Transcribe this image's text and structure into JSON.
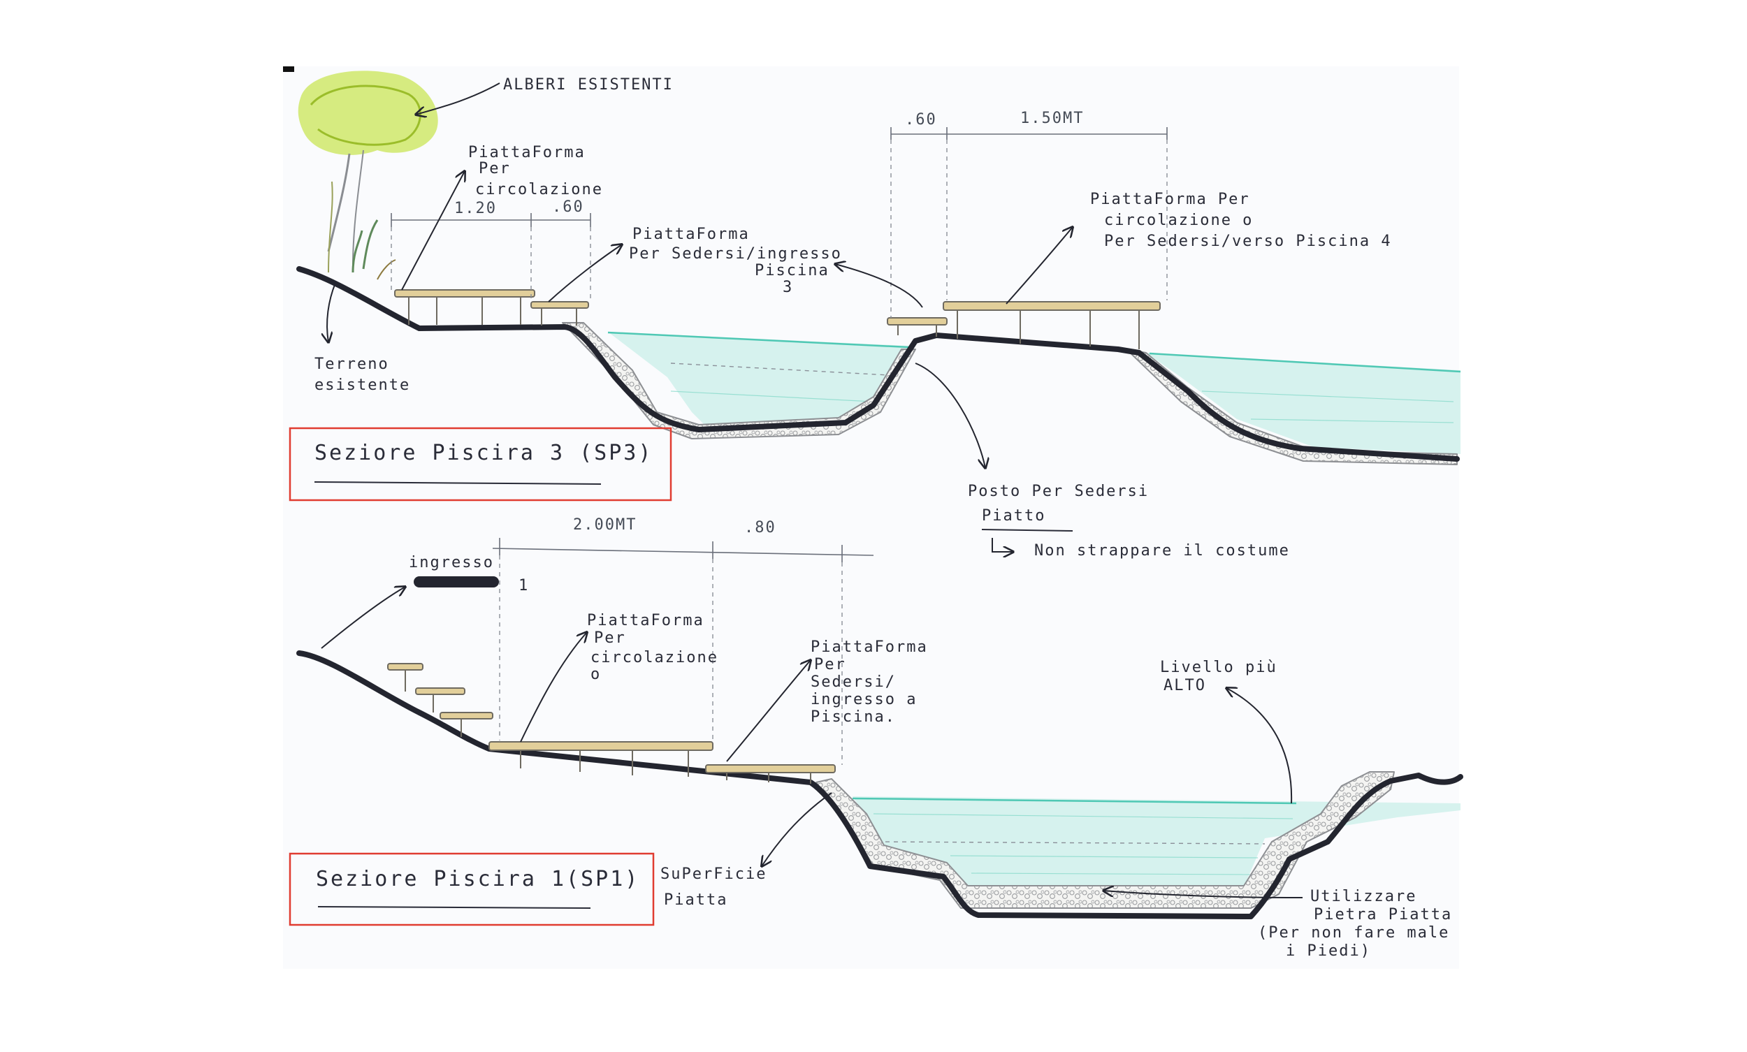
{
  "top_section": {
    "title": "Seziore Piscira 3 (SP3)",
    "labels": {
      "trees": "ALBERI ESISTENTI",
      "platform_circulation_1": "PiattaForma",
      "platform_circulation_2": "Per",
      "platform_circulation_3": "circolazione",
      "platform_seat_1": "PiattaForma",
      "platform_seat_2": "Per Sedersi/ingresso",
      "platform_seat_3": "Piscina",
      "platform_seat_4": "3",
      "platform_right_1": "PiattaForma Per",
      "platform_right_2": "circolazione o",
      "platform_right_3": "Per Sedersi/verso Piscina 4",
      "terrain_1": "Terreno",
      "terrain_2": "esistente",
      "seat_1": "Posto Per Sedersi",
      "seat_2": "Piatto",
      "seat_3": "Non strappare il costume"
    },
    "dims": {
      "d1": "1.20",
      "d2": ".60",
      "d3": ".60",
      "d4": "1.50MT"
    }
  },
  "bottom_section": {
    "title": "Seziore Piscira 1(SP1)",
    "labels": {
      "entrance": "ingresso",
      "entrance_num": "1",
      "platform_circ_1": "PiattaForma",
      "platform_circ_2": "Per",
      "platform_circ_3": "circolazione",
      "platform_circ_4": "o",
      "platform_seat_1": "PiattaForma",
      "platform_seat_2": "Per",
      "platform_seat_3": "Sedersi/",
      "platform_seat_4": "ingresso a",
      "platform_seat_5": "Piscina.",
      "level_1": "Livello più",
      "level_2": "ALTO",
      "surface_1": "SuPerFicie",
      "surface_2": "Piatta",
      "stone_1": "Utilizzare",
      "stone_2": "Pietra Piatta",
      "stone_3": "(Per non fare male",
      "stone_4": "i Piedi)"
    },
    "dims": {
      "d1": "2.00MT",
      "d2": ".80"
    }
  },
  "colors": {
    "ink": "#23252f",
    "water": "#c9efe8",
    "waterline": "#4fc8b4",
    "deck": "#e2cf9a",
    "tree": "#c9e65a",
    "highlight_box": "#e03c31"
  }
}
